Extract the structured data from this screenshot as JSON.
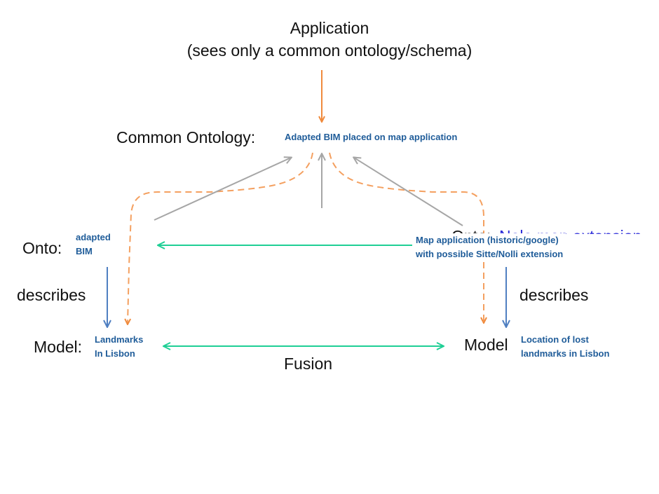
{
  "application": {
    "title": "Application",
    "subtitle": "(sees only a common ontology/schema)"
  },
  "common_ontology": {
    "label": "Common Ontology:",
    "value": "Adapted BIM  placed on map application"
  },
  "left": {
    "onto_label": "Onto:",
    "onto_value_line1": "adapted",
    "onto_value_line2": "BIM",
    "describes": "describes",
    "model_label": "Model:",
    "model_value_line1": "Landmarks",
    "model_value_line2": "In Lisbon"
  },
  "right": {
    "onto_label_partial": "Onto:",
    "onto_value_partial": "Nolo map extension",
    "map_value_line1": "Map application (historic/google)",
    "map_value_line2": "with possible Sitte/Nolli extension",
    "describes": "describes",
    "model_label": "Model",
    "model_value_line1": "Location of lost",
    "model_value_line2": "landmarks in Lisbon"
  },
  "fusion": {
    "label": "Fusion"
  },
  "colors": {
    "text": "#111111",
    "small_text": "#1f5c99",
    "partial_blue": "#2b2bd8",
    "orange_dashed": "#f4a060",
    "orange_arrow": "#f08a3c",
    "gray_arrow": "#a6a6a6",
    "teal_arrow": "#1fcf95",
    "blue_arrow": "#4f7fc1"
  }
}
